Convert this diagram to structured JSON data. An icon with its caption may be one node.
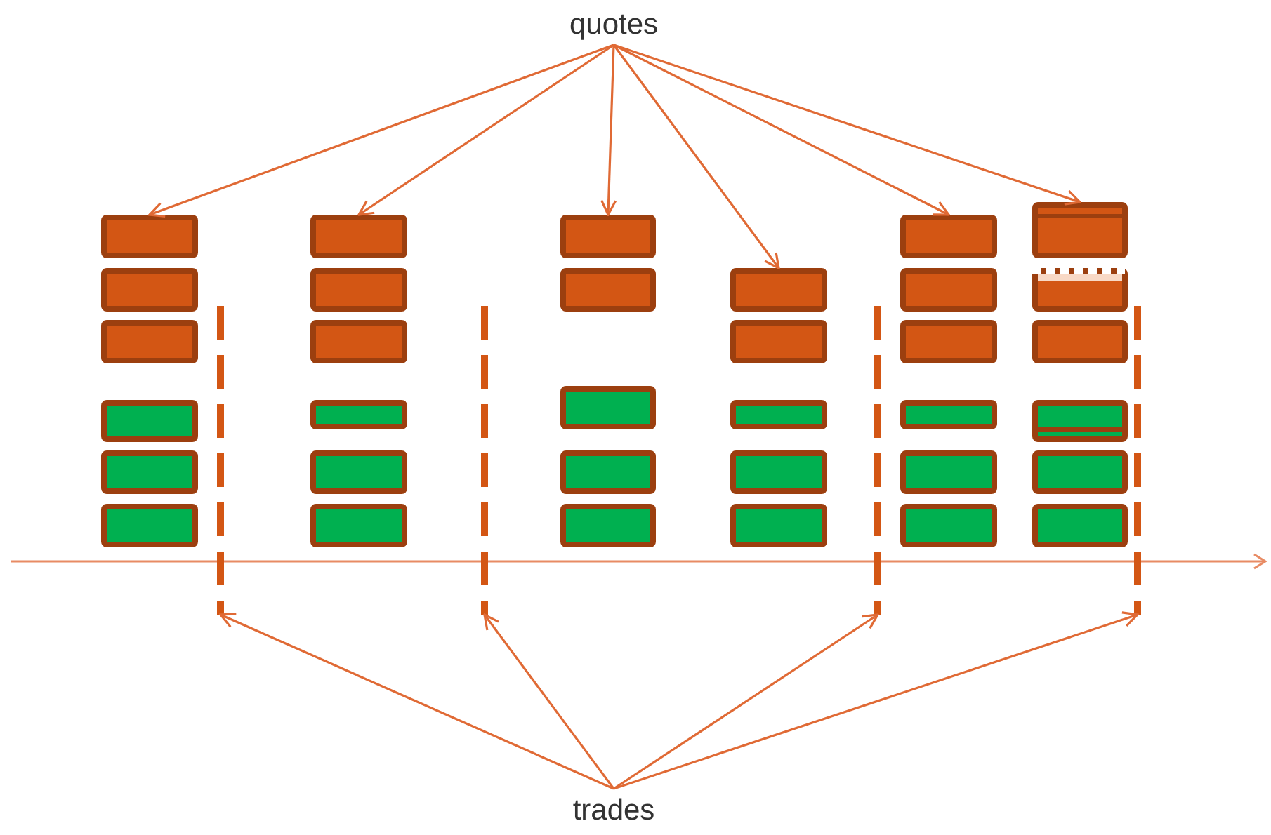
{
  "diagram": {
    "nodes": [
      {
        "text": [
          "quotes"
        ]
      },
      {
        "text": [
          "trades"
        ]
      },
      {
        "text": [],
        "shape": "box"
      },
      {
        "text": [],
        "shape": "box"
      },
      {
        "text": [],
        "shape": "box"
      },
      {
        "text": [],
        "shape": "box"
      },
      {
        "text": [],
        "shape": "box"
      },
      {
        "text": [],
        "shape": "box"
      },
      {
        "text": [],
        "shape": "line"
      },
      {
        "text": [],
        "shape": "line"
      },
      {
        "text": [],
        "shape": "line"
      },
      {
        "text": [],
        "shape": "line"
      }
    ],
    "edges": [
      {
        "from": 0,
        "to": 2,
        "arrow": "to"
      },
      {
        "from": 0,
        "to": 3,
        "arrow": "to"
      },
      {
        "from": 0,
        "to": 4,
        "arrow": "to"
      },
      {
        "from": 0,
        "to": 5,
        "arrow": "to"
      },
      {
        "from": 0,
        "to": 6,
        "arrow": "to"
      },
      {
        "from": 0,
        "to": 7,
        "arrow": "to"
      },
      {
        "from": 1,
        "to": 8,
        "arrow": "to"
      },
      {
        "from": 1,
        "to": 9,
        "arrow": "to"
      },
      {
        "from": 1,
        "to": 10,
        "arrow": "to"
      },
      {
        "from": 1,
        "to": 11,
        "arrow": "to"
      }
    ]
  }
}
